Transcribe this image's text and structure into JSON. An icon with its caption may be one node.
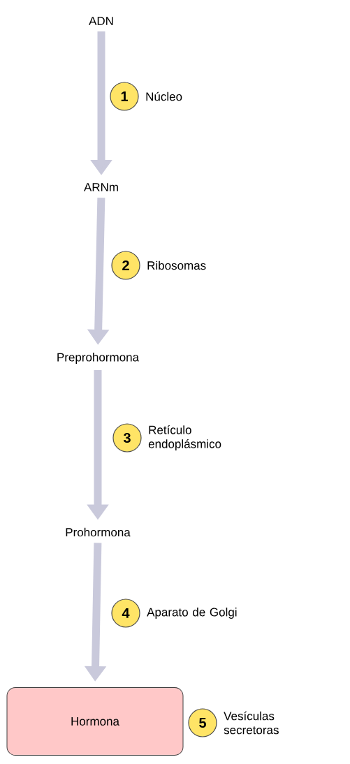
{
  "diagram": {
    "nodes": [
      {
        "text": [
          "ADN"
        ]
      },
      {
        "text": [
          "1"
        ],
        "beside": [
          "Núcleo"
        ]
      },
      {
        "text": [
          "ARNm"
        ]
      },
      {
        "text": [
          "2"
        ],
        "beside": [
          "Ribosomas"
        ]
      },
      {
        "text": [
          "Preprohormona"
        ]
      },
      {
        "text": [
          "3"
        ],
        "beside": [
          "Retículo endoplásmico"
        ]
      },
      {
        "text": [
          "Prohormona"
        ]
      },
      {
        "text": [
          "4"
        ],
        "beside": [
          "Aparato de Golgi"
        ]
      },
      {
        "text": [
          "Hormona"
        ]
      },
      {
        "text": [
          "5"
        ],
        "beside": [
          "Vesículas secretoras"
        ]
      }
    ],
    "edges": [
      {
        "from": 0,
        "to": 2,
        "arrow": "to"
      },
      {
        "from": 2,
        "to": 4,
        "arrow": "to"
      },
      {
        "from": 4,
        "to": 6,
        "arrow": "to"
      },
      {
        "from": 6,
        "to": 8,
        "arrow": "to"
      }
    ]
  }
}
